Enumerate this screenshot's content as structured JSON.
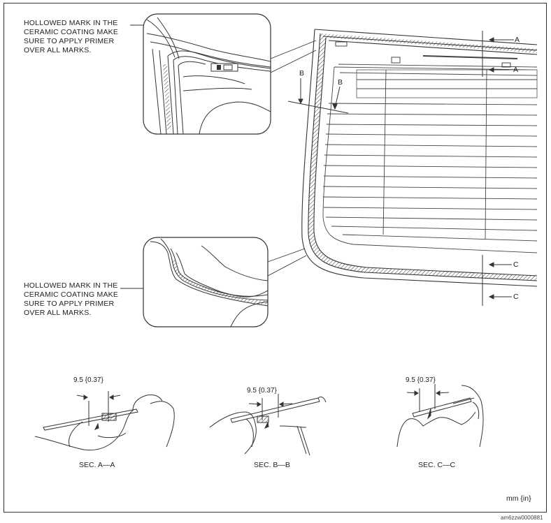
{
  "callouts": {
    "top": "HOLLOWED MARK IN THE\nCERAMIC COATING MAKE\nSURE TO APPLY PRIMER\nOVER ALL MARKS.",
    "bottom": "HOLLOWED MARK IN THE\nCERAMIC COATING MAKE\nSURE TO APPLY PRIMER\nOVER ALL MARKS."
  },
  "section_markers": {
    "a": "A",
    "b": "B",
    "c": "C"
  },
  "sections": [
    {
      "title": "SEC. A—A",
      "dimension": "9.5 {0.37}"
    },
    {
      "title": "SEC. B—B",
      "dimension": "9.5 {0.37}"
    },
    {
      "title": "SEC. C—C",
      "dimension": "9.5 {0.37}"
    }
  ],
  "units_label": "mm {in}",
  "figure_code": "am6zzw0000881"
}
